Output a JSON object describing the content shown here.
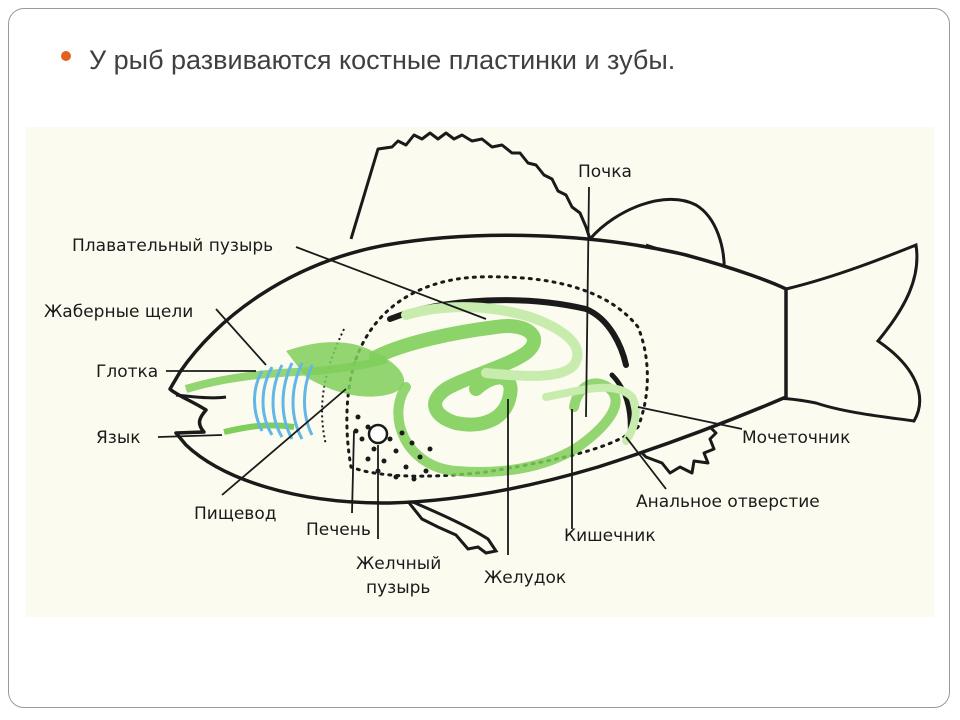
{
  "slide": {
    "bullet_color": "#e3611c",
    "title": "У рыб развиваются костные пластинки и зубы."
  },
  "diagram": {
    "labels": {
      "kidney": "Почка",
      "swim_bladder": "Плавательный пузырь",
      "gill_slits": "Жаберные щели",
      "pharynx": "Глотка",
      "tongue": "Язык",
      "esophagus": "Пищевод",
      "liver": "Печень",
      "gall_bladder_line1": "Желчный",
      "gall_bladder_line2": "пузырь",
      "stomach": "Желудок",
      "intestine": "Кишечник",
      "anus": "Анальное отверстие",
      "ureter": "Мочеточник"
    },
    "colors": {
      "organ_fill": "#7fce5a",
      "organ_light": "#c7ecad",
      "gills": "#63b7e6",
      "outline": "#1a1a1a",
      "background": "#fbfcef"
    }
  }
}
